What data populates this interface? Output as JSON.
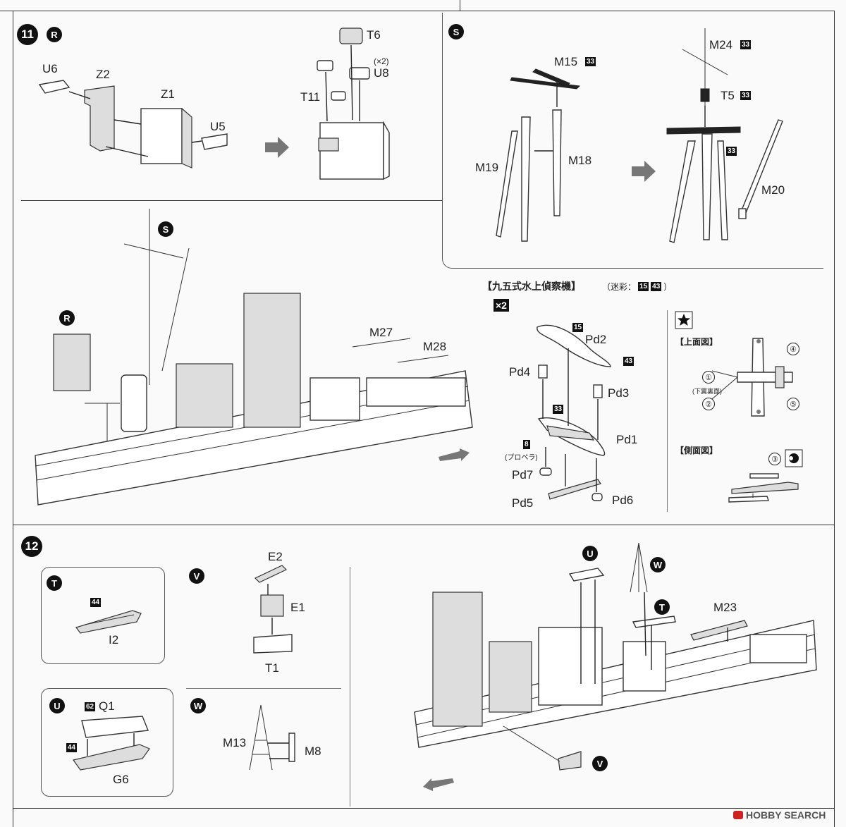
{
  "step11": {
    "number": "11",
    "sub_r": {
      "badge": "R",
      "parts": [
        "U6",
        "Z2",
        "Z1",
        "U5",
        "T6",
        "T11",
        "U8"
      ],
      "qty_note": "(×2)"
    },
    "sub_s": {
      "badge": "S",
      "parts": [
        "M15",
        "M19",
        "M18",
        "M24",
        "T5",
        "M20"
      ],
      "color_codes": [
        "33",
        "33",
        "33",
        "33"
      ]
    },
    "assembly": {
      "badge_r": "R",
      "badge_s": "S",
      "parts": [
        "M27",
        "M28"
      ]
    },
    "aircraft": {
      "title": "【九五式水上偵察機】",
      "color_note_prefix": "（迷彩：",
      "color_note_codes": [
        "15",
        "43"
      ],
      "color_note_suffix": "）",
      "qty": "×2",
      "parts": [
        "Pd2",
        "Pd4",
        "Pd3",
        "Pd1",
        "Pd7",
        "Pd5",
        "Pd6"
      ],
      "codes": [
        "15",
        "43",
        "33",
        "8"
      ],
      "propeller": "(プロペラ)",
      "top_view": "【上面図】",
      "side_view": "【側面図】",
      "underwing": "(下翼裏面)",
      "markers": [
        "①",
        "②",
        "③",
        "④",
        "⑤"
      ]
    }
  },
  "step12": {
    "number": "12",
    "t": {
      "badge": "T",
      "code": "44",
      "part": "I2"
    },
    "v": {
      "badge": "V",
      "parts": [
        "E2",
        "E1",
        "T1"
      ]
    },
    "u": {
      "badge": "U",
      "code_top": "62",
      "part_top": "Q1",
      "code_bottom": "44",
      "part_bottom": "G6"
    },
    "w": {
      "badge": "W",
      "parts": [
        "M13",
        "M8"
      ]
    },
    "main": {
      "badges": [
        "U",
        "W",
        "T",
        "V"
      ],
      "part": "M23"
    }
  },
  "watermark": "HOBBY SEARCH"
}
